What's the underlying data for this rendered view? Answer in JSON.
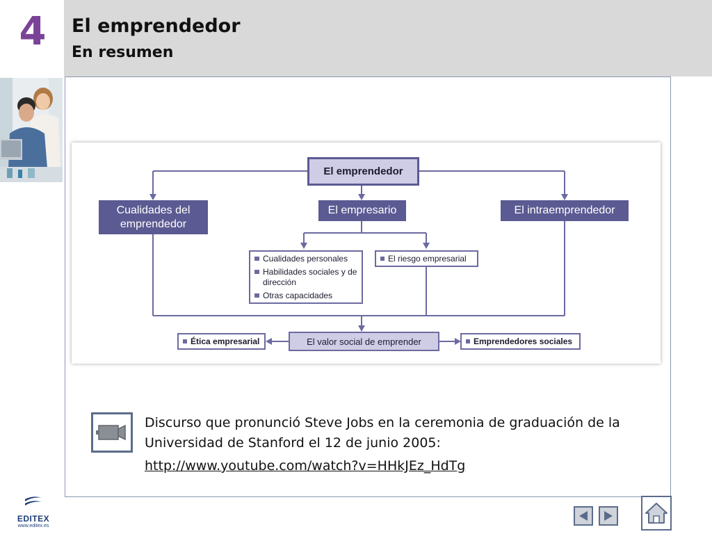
{
  "header": {
    "chapter_number": "4",
    "title": "El emprendedor",
    "subtitle": "En resumen"
  },
  "diagram": {
    "root": "El emprendedor",
    "level1": {
      "left": "Cualidades del emprendedor",
      "center": "El empresario",
      "right": "El intraemprendedor"
    },
    "empresario_children": {
      "bullets": [
        "Cualidades personales",
        "Habilidades sociales y de dirección",
        "Otras capacidades"
      ],
      "risk": "El riesgo empresarial"
    },
    "bottom": {
      "left": "Ética empresarial",
      "center": "El valor social de emprender",
      "right": "Emprendedores sociales"
    }
  },
  "speech": {
    "text": "Discurso que pronunció Steve Jobs en la ceremonia de graduación de la Universidad de Stanford el 12 de junio 2005:",
    "link": "http://www.youtube.com/watch?v=HHkJEz_HdTg"
  },
  "logo": {
    "brand": "EDITEX",
    "url": "www.editex.es"
  },
  "icons": {
    "video": "video-camera-icon",
    "prev": "previous-arrow-icon",
    "next": "next-arrow-icon",
    "home": "home-icon"
  },
  "colors": {
    "accent": "#7b4397",
    "diagram_dark": "#5b5a92",
    "diagram_light": "#cfcde6",
    "header_band": "#d9d9d9"
  }
}
